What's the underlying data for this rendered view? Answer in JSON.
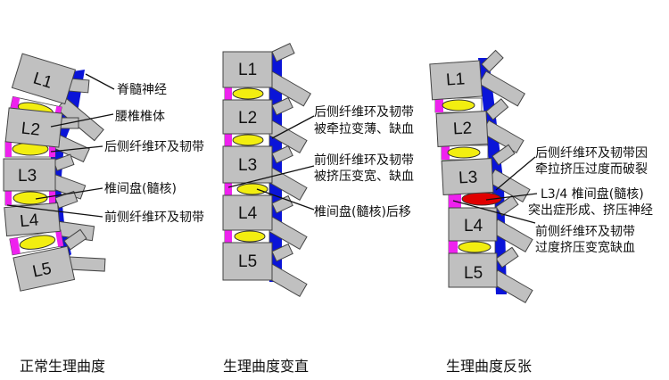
{
  "panels": [
    {
      "caption": "正常生理曲度",
      "vertebrae": [
        "L1",
        "L2",
        "L3",
        "L4",
        "L5"
      ],
      "annotations": [
        "脊髓神经",
        "腰椎椎体",
        "后侧纤维环及韧带",
        "椎间盘(髓核)",
        "前侧纤维环及韧带"
      ]
    },
    {
      "caption": "生理曲度变直",
      "vertebrae": [
        "L1",
        "L2",
        "L3",
        "L4",
        "L5"
      ],
      "annotations": [
        {
          "line1": "后侧纤维环及韧带",
          "line2": "被牵拉变薄、缺血"
        },
        {
          "line1": "前侧纤维环及韧带",
          "line2": "被挤压变宽、缺血"
        },
        {
          "line1": "椎间盘(髓核)后移"
        }
      ]
    },
    {
      "caption": "生理曲度反张",
      "vertebrae": [
        "L1",
        "L2",
        "L3",
        "L4",
        "L5"
      ],
      "annotations": [
        {
          "line1": "后侧纤维环及韧带因",
          "line2": "牵拉挤压过度而破裂"
        },
        {
          "line1": "L3/4 椎间盘(髓核)",
          "line2": "突出症形成、挤压神经"
        },
        {
          "line1": "前侧纤维环及韧带",
          "line2": "过度挤压变宽缺血"
        }
      ]
    }
  ],
  "colors": {
    "vertebra": "#c0c0c0",
    "nucleus": "#f2ee10",
    "herniated": "#e00000",
    "anterior": "#ee22ee",
    "nerve": "#0a14d8"
  }
}
